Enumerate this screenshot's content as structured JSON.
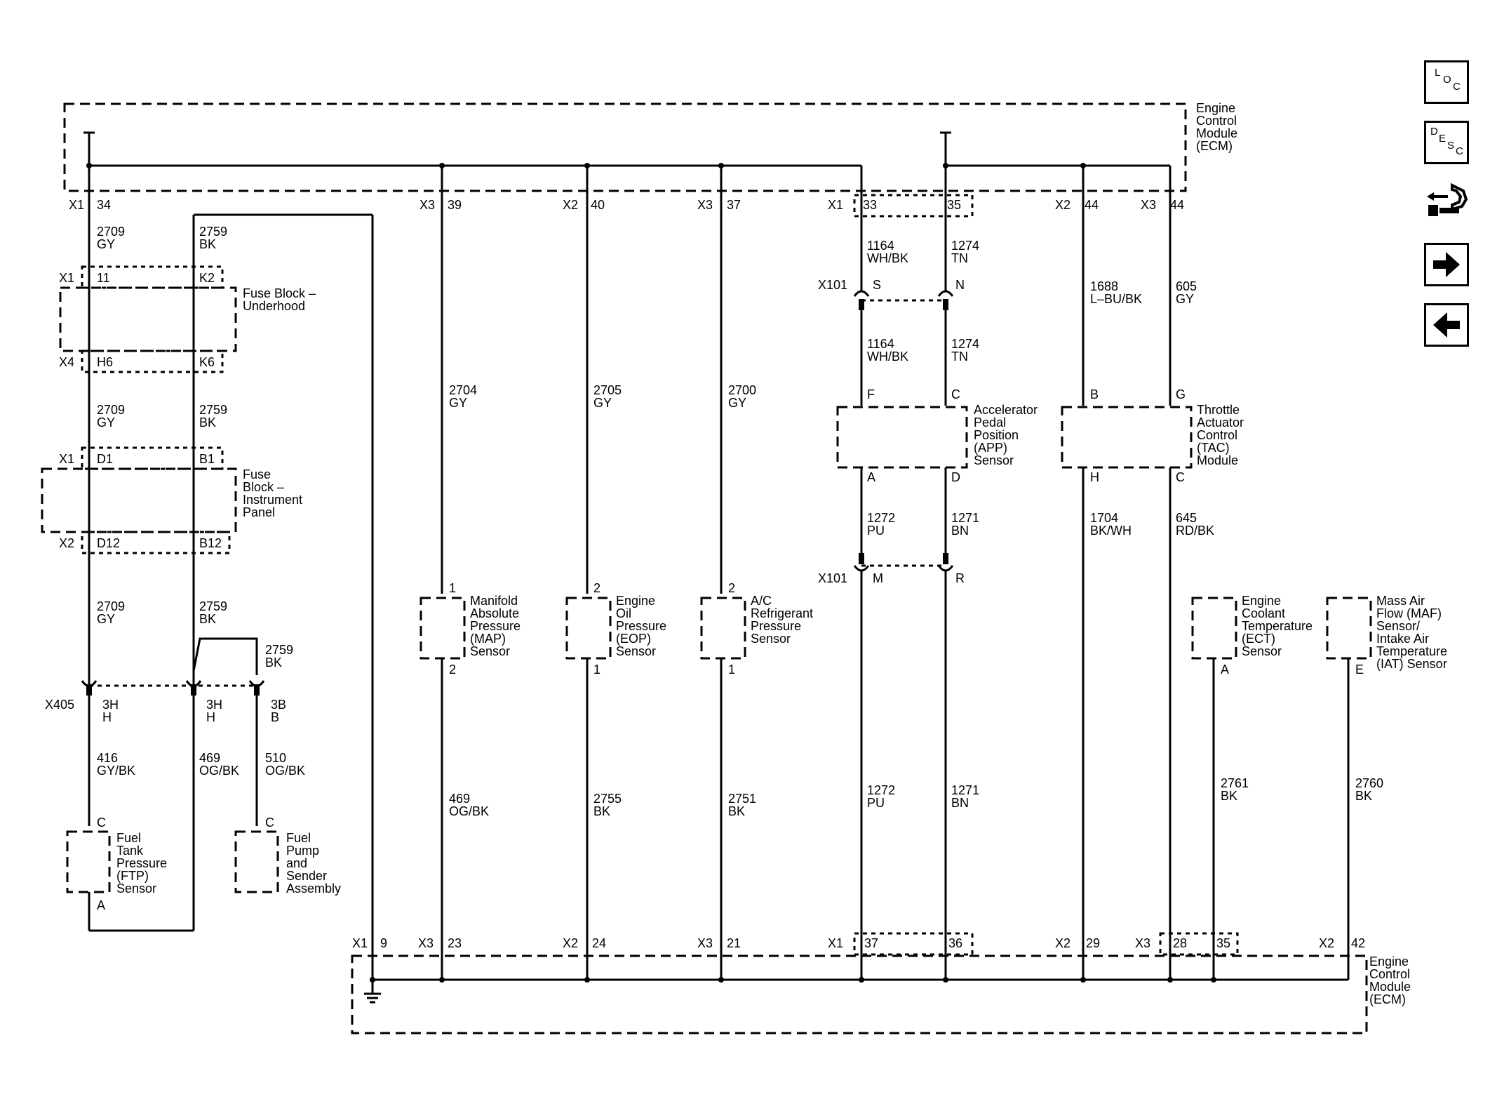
{
  "modules": {
    "ecm_top": [
      "Engine",
      "Control",
      "Module",
      "(ECM)"
    ],
    "ecm_bottom": [
      "Engine",
      "Control",
      "Module",
      "(ECM)"
    ],
    "fuse_underhood": [
      "Fuse Block –",
      "Underhood"
    ],
    "fuse_ip": [
      "Fuse",
      "Block –",
      "Instrument",
      "Panel"
    ],
    "app_sensor": [
      "Accelerator",
      "Pedal",
      "Position",
      "(APP)",
      "Sensor"
    ],
    "tac_module": [
      "Throttle",
      "Actuator",
      "Control",
      "(TAC)",
      "Module"
    ],
    "map_sensor": [
      "Manifold",
      "Absolute",
      "Pressure",
      "(MAP)",
      "Sensor"
    ],
    "eop_sensor": [
      "Engine",
      "Oil",
      "Pressure",
      "(EOP)",
      "Sensor"
    ],
    "ac_sensor": [
      "A/C",
      "Refrigerant",
      "Pressure",
      "Sensor"
    ],
    "ect_sensor": [
      "Engine",
      "Coolant",
      "Temperature",
      "(ECT)",
      "Sensor"
    ],
    "maf_sensor": [
      "Mass Air",
      "Flow (MAF)",
      "Sensor/",
      "Intake Air",
      "Temperature",
      "(IAT) Sensor"
    ],
    "ftp_sensor": [
      "Fuel",
      "Tank",
      "Pressure",
      "(FTP)",
      "Sensor"
    ],
    "fuel_pump": [
      "Fuel",
      "Pump",
      "and",
      "Sender",
      "Assembly"
    ]
  },
  "connectors": {
    "top": [
      {
        "conn": "X1",
        "pin": "34"
      },
      {
        "conn": "X3",
        "pin": "39"
      },
      {
        "conn": "X2",
        "pin": "40"
      },
      {
        "conn": "X3",
        "pin": "37"
      },
      {
        "conn": "X1",
        "pin": "33"
      },
      {
        "conn": "",
        "pin": "35"
      },
      {
        "conn": "X2",
        "pin": "44"
      },
      {
        "conn": "X3",
        "pin": "44"
      }
    ],
    "bottom": [
      {
        "conn": "X1",
        "pin": "9"
      },
      {
        "conn": "X3",
        "pin": "23"
      },
      {
        "conn": "X2",
        "pin": "24"
      },
      {
        "conn": "X3",
        "pin": "21"
      },
      {
        "conn": "X1",
        "pin": "37"
      },
      {
        "conn": "",
        "pin": "36"
      },
      {
        "conn": "X2",
        "pin": "29"
      },
      {
        "conn": "X3",
        "pin": "28"
      },
      {
        "conn": "",
        "pin": "35"
      },
      {
        "conn": "X2",
        "pin": "42"
      }
    ],
    "fuse_uh": {
      "top_conn": "X1",
      "top_pins": [
        "11",
        "K2"
      ],
      "bot_conn": "X4",
      "bot_pins": [
        "H6",
        "K6"
      ]
    },
    "fuse_ip": {
      "top_conn": "X1",
      "top_pins": [
        "D1",
        "B1"
      ],
      "bot_conn": "X2",
      "bot_pins": [
        "D12",
        "B12"
      ]
    },
    "x101_upper": {
      "conn": "X101",
      "pins": [
        "S",
        "N"
      ]
    },
    "x101_lower": {
      "conn": "X101",
      "pins": [
        "M",
        "R"
      ]
    },
    "x405": {
      "conn": "X405",
      "pins": [
        [
          "3H",
          "H"
        ],
        [
          "3H",
          "H"
        ],
        [
          "3B",
          "B"
        ]
      ]
    },
    "app_pins": [
      "F",
      "C",
      "A",
      "D"
    ],
    "tac_pins": [
      "B",
      "G",
      "H",
      "C"
    ],
    "map_pins": [
      "1",
      "2"
    ],
    "eop_pins": [
      "2",
      "1"
    ],
    "ac_pins": [
      "2",
      "1"
    ],
    "ect_pin": "A",
    "maf_pin": "E",
    "ftp_pins": [
      "C",
      "A"
    ],
    "pump_pin": "C"
  },
  "wires": {
    "w2709_a": [
      "2709",
      "GY"
    ],
    "w2759_a": [
      "2759",
      "BK"
    ],
    "w2709_b": [
      "2709",
      "GY"
    ],
    "w2759_b": [
      "2759",
      "BK"
    ],
    "w2709_c": [
      "2709",
      "GY"
    ],
    "w2759_c": [
      "2759",
      "BK"
    ],
    "w2759_d": [
      "2759",
      "BK"
    ],
    "w416": [
      "416",
      "GY/BK"
    ],
    "w469_a": [
      "469",
      "OG/BK"
    ],
    "w510": [
      "510",
      "OG/BK"
    ],
    "w2704": [
      "2704",
      "GY"
    ],
    "w2705": [
      "2705",
      "GY"
    ],
    "w2700": [
      "2700",
      "GY"
    ],
    "w469_b": [
      "469",
      "OG/BK"
    ],
    "w2755": [
      "2755",
      "BK"
    ],
    "w2751": [
      "2751",
      "BK"
    ],
    "w1164_a": [
      "1164",
      "WH/BK"
    ],
    "w1274_a": [
      "1274",
      "TN"
    ],
    "w1164_b": [
      "1164",
      "WH/BK"
    ],
    "w1274_b": [
      "1274",
      "TN"
    ],
    "w1272_a": [
      "1272",
      "PU"
    ],
    "w1271_a": [
      "1271",
      "BN"
    ],
    "w1272_b": [
      "1272",
      "PU"
    ],
    "w1271_b": [
      "1271",
      "BN"
    ],
    "w1688": [
      "1688",
      "L–BU/BK"
    ],
    "w605": [
      "605",
      "GY"
    ],
    "w1704": [
      "1704",
      "BK/WH"
    ],
    "w645": [
      "645",
      "RD/BK"
    ],
    "w2761": [
      "2761",
      "BK"
    ],
    "w2760": [
      "2760",
      "BK"
    ]
  },
  "nav": {
    "loc": [
      "L",
      "O",
      "C"
    ],
    "desc": [
      "D",
      "E",
      "S",
      "C"
    ]
  },
  "icons": [
    "connector-tool-icon",
    "next-arrow-icon",
    "back-arrow-icon"
  ]
}
